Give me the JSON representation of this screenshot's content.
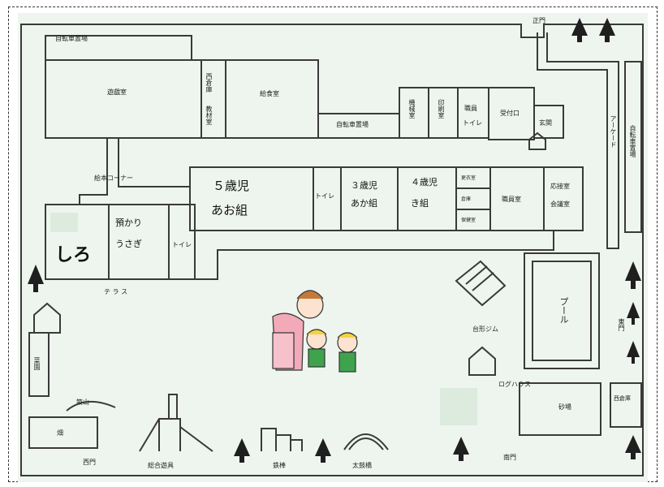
{
  "labels": {
    "bicycle_parking_top": "自転車置場",
    "playroom": "遊戯室",
    "west_prep": "西倉庫",
    "teaching_materials": "教材室",
    "kitchen": "給食室",
    "bicycle_parking_mid": "自転車置場",
    "machine_room": "機械室",
    "printing_room": "印刷室",
    "staff_toilet_line1": "職員",
    "staff_toilet_line2": "トイレ",
    "reception": "受付口",
    "entrance": "玄関",
    "picturebook_corner": "絵本コーナー",
    "age5_line1": "５歳児",
    "age5_line2": "あお組",
    "toilet_a": "トイレ",
    "age3_line1": "３歳児",
    "age3_line2": "あか組",
    "age4_line1": "４歳児",
    "age4_line2": "き組",
    "small_room_1": "更衣室",
    "small_room_2": "倉庫",
    "small_room_3": "保健室",
    "staff_room": "職員室",
    "reception_room": "応接室",
    "meeting_room": "会議室",
    "shiro": "しろ",
    "azukari_line1": "預かり",
    "azukari_line2": "うさぎ",
    "toilet_b": "トイレ",
    "terrace": "テ ラ ス",
    "arcade": "アーケード",
    "bicycle_parking_right": "自転車置場",
    "main_gate": "正門",
    "east_gate": "東門",
    "pool": "プール",
    "dome_gym": "台形ジム",
    "log_house": "ログハウス",
    "sandbox": "砂場",
    "west_storage": "西倉庫",
    "farm_field": "畑",
    "hill": "築山",
    "vegetable_garden": "菜園",
    "west_gate": "西門",
    "combined_playset": "総合遊具",
    "iron_bar": "鉄棒",
    "drum_bridge": "太鼓橋",
    "south_gate": "南門"
  },
  "colors": {
    "background": "#eef5ef",
    "lines": "#3a3a3a",
    "highlight": "#dcebdd",
    "apron": "#f2a9b8",
    "hat": "#f4d23c",
    "uniform": "#3fa34d"
  },
  "icons": [
    "tree-icon",
    "house-icon",
    "teacher-children-illustration"
  ]
}
